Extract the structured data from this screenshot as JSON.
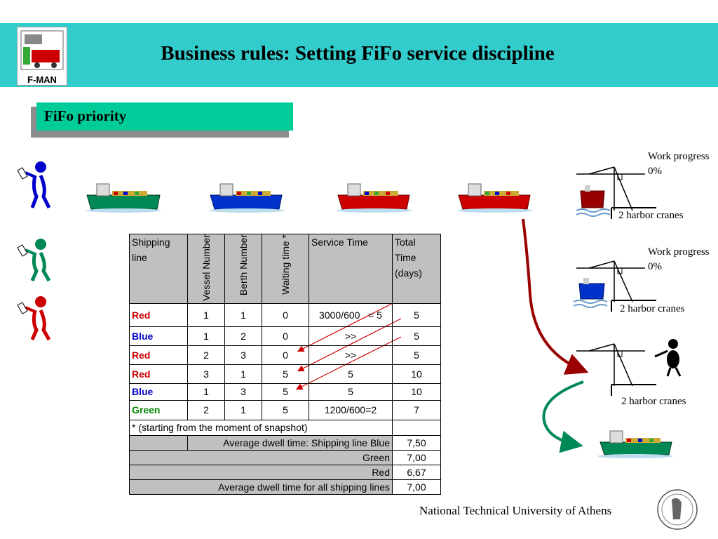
{
  "header": {
    "title": "Business rules: Setting FiFo service discipline",
    "logo_text": "F-MAN",
    "bg_color": "#33cccc"
  },
  "section_label": "FiFo priority",
  "berths": [
    {
      "progress_label": "Work progress 0%",
      "cranes_label": "2 harbor cranes"
    },
    {
      "progress_label": "Work progress 0%",
      "cranes_label": "2 harbor cranes"
    },
    {
      "progress_label": "",
      "cranes_label": "2 harbor cranes"
    }
  ],
  "table": {
    "headers": [
      "Shipping line",
      "Vessel Number",
      "Berth Number",
      "Waiting time *",
      "Service Time",
      "Total Time (days)"
    ],
    "rows": [
      {
        "line": "Red",
        "vessel": "1",
        "berth": "1",
        "waiting": "0",
        "service": "3000/600   = 5",
        "total": "5"
      },
      {
        "line": "Blue",
        "vessel": "1",
        "berth": "2",
        "waiting": "0",
        "service": ">>",
        "total": "5"
      },
      {
        "line": "Red",
        "vessel": "2",
        "berth": "3",
        "waiting": "0",
        "service": ">>",
        "total": "5"
      },
      {
        "line": "Red",
        "vessel": "3",
        "berth": "1",
        "waiting": "5",
        "service": "5",
        "total": "10"
      },
      {
        "line": "Blue",
        "vessel": "1",
        "berth": "3",
        "waiting": "5",
        "service": "5",
        "total": "10"
      },
      {
        "line": "Green",
        "vessel": "2",
        "berth": "1",
        "waiting": "5",
        "service": "1200/600=2",
        "total": "7"
      }
    ],
    "footnote": "* (starting from the moment of snapshot)",
    "averages": [
      {
        "label": "Average dwell time: Shipping line Blue",
        "value": "7,50"
      },
      {
        "label": "Green",
        "value": "7,00"
      },
      {
        "label": "Red",
        "value": "6,67"
      },
      {
        "label": "Average dwell time for all shipping lines",
        "value": "7,00"
      }
    ]
  },
  "colors": {
    "red_line": "#cc0000",
    "blue_line": "#0000cc",
    "green_line": "#008800",
    "section_bg": "#00cc99"
  },
  "footer": {
    "institution": "National Technical University of Athens"
  }
}
